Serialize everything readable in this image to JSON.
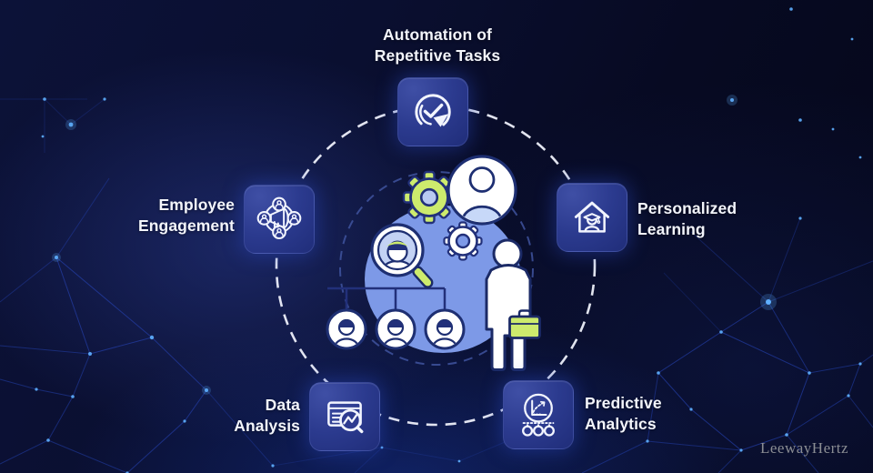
{
  "brand": {
    "watermark": "LeewayHertz"
  },
  "diagram": {
    "center_illustration": "HR team illustration: gears, magnifier over candidate face, employee avatars, manager figure with briefcase",
    "nodes": [
      {
        "id": "automation",
        "label": "Automation of\nRepetitive Tasks",
        "icon": "circular-refresh-check-icon"
      },
      {
        "id": "employee-engagement",
        "label": "Employee\nEngagement",
        "icon": "megaphone-people-network-icon"
      },
      {
        "id": "personalized-learning",
        "label": "Personalized\nLearning",
        "icon": "home-graduate-icon"
      },
      {
        "id": "data-analysis",
        "label": "Data\nAnalysis",
        "icon": "report-magnifier-chart-icon"
      },
      {
        "id": "predictive-analytics",
        "label": "Predictive\nAnalytics",
        "icon": "forecast-graph-nodes-icon"
      }
    ],
    "colors": {
      "accent_green": "#cdeb6d",
      "illustration_blue": "#7d99e7",
      "tile_blue": "#2c3a8c",
      "network_line_blue": "#2b4ecf",
      "dash_circle_white": "#f4f6ff",
      "inner_dash_blue": "#40549f"
    }
  }
}
